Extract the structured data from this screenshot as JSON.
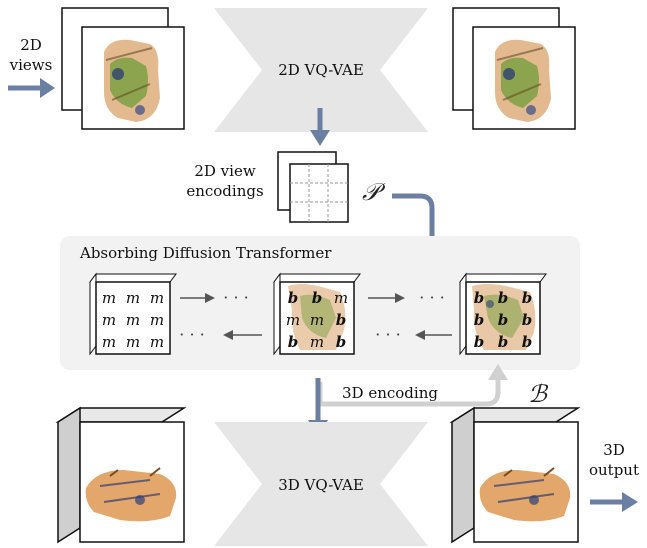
{
  "labels": {
    "views_2d_line1": "2D",
    "views_2d_line2": "views",
    "vqvae_2d": "2D VQ-VAE",
    "view_encodings_line1": "2D view",
    "view_encodings_line2": "encodings",
    "symbol_p": "𝒫",
    "transformer_title": "Absorbing Diffusion Transformer",
    "encoding_3d": "3D encoding",
    "symbol_b": "ℬ",
    "vqvae_3d": "3D VQ-VAE",
    "output_3d_line1": "3D",
    "output_3d_line2": "output",
    "ellipsis": "· · ·"
  },
  "grids": {
    "masked": [
      [
        "m",
        "m",
        "m"
      ],
      [
        "m",
        "m",
        "m"
      ],
      [
        "m",
        "m",
        "m"
      ]
    ],
    "partial": [
      [
        "b",
        "b",
        "m"
      ],
      [
        "m",
        "m",
        "b"
      ],
      [
        "b",
        "m",
        "b"
      ]
    ],
    "full": [
      [
        "b",
        "b",
        "b"
      ],
      [
        "b",
        "b",
        "b"
      ],
      [
        "b",
        "b",
        "b"
      ]
    ]
  },
  "colors": {
    "arrow_blue": "#6b7fa3",
    "arrow_gray": "#d0d0d0",
    "panel_bg": "#f2f2f2",
    "hourglass": "#e6e6e6"
  }
}
